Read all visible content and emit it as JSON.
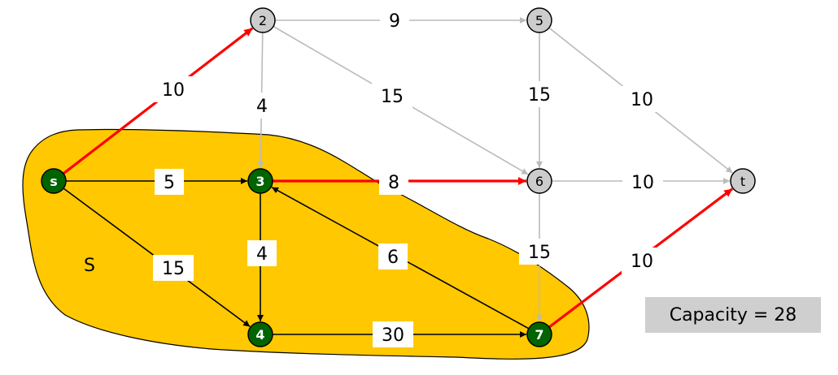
{
  "graph": {
    "set_label": "S",
    "capacity_text": "Capacity = 28",
    "colors": {
      "cut_region": "#FFC800",
      "source_side_node": "#006400",
      "sink_side_node": "#CCCCCC",
      "cut_edge": "#FF0000",
      "inner_edge": "#000000",
      "outer_edge": "#BBBBBB"
    },
    "nodes": [
      {
        "id": "s",
        "label": "s",
        "side": "source"
      },
      {
        "id": "2",
        "label": "2",
        "side": "sink"
      },
      {
        "id": "3",
        "label": "3",
        "side": "source"
      },
      {
        "id": "4",
        "label": "4",
        "side": "source"
      },
      {
        "id": "5",
        "label": "5",
        "side": "sink"
      },
      {
        "id": "6",
        "label": "6",
        "side": "sink"
      },
      {
        "id": "7",
        "label": "7",
        "side": "source"
      },
      {
        "id": "t",
        "label": "t",
        "side": "sink"
      }
    ],
    "edges": [
      {
        "from": "s",
        "to": "2",
        "capacity": "10",
        "type": "cut"
      },
      {
        "from": "s",
        "to": "3",
        "capacity": "5",
        "type": "inner"
      },
      {
        "from": "s",
        "to": "4",
        "capacity": "15",
        "type": "inner"
      },
      {
        "from": "2",
        "to": "5",
        "capacity": "9",
        "type": "outer"
      },
      {
        "from": "2",
        "to": "3",
        "capacity": "4",
        "type": "outer"
      },
      {
        "from": "2",
        "to": "6",
        "capacity": "15",
        "type": "outer"
      },
      {
        "from": "3",
        "to": "6",
        "capacity": "8",
        "type": "cut"
      },
      {
        "from": "3",
        "to": "4",
        "capacity": "4",
        "type": "inner"
      },
      {
        "from": "5",
        "to": "6",
        "capacity": "15",
        "type": "outer"
      },
      {
        "from": "5",
        "to": "t",
        "capacity": "10",
        "type": "outer"
      },
      {
        "from": "6",
        "to": "t",
        "capacity": "10",
        "type": "outer"
      },
      {
        "from": "6",
        "to": "7",
        "capacity": "15",
        "type": "outer"
      },
      {
        "from": "4",
        "to": "7",
        "capacity": "30",
        "type": "inner"
      },
      {
        "from": "7",
        "to": "3",
        "capacity": "6",
        "type": "inner"
      },
      {
        "from": "7",
        "to": "t",
        "capacity": "10",
        "type": "cut"
      }
    ]
  }
}
